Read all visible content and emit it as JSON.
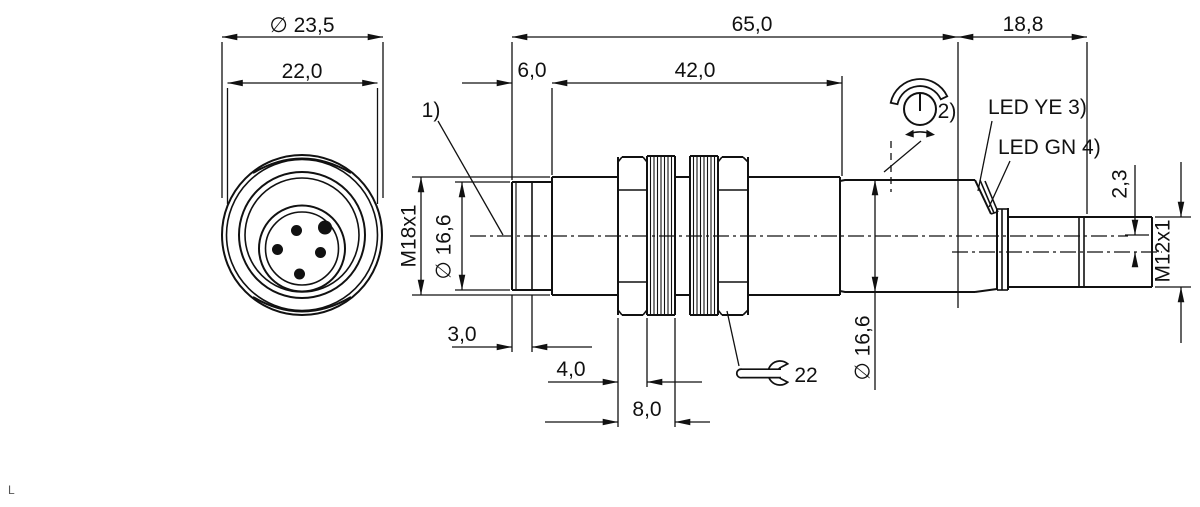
{
  "drawing": {
    "background": "#ffffff",
    "line_color": "#111111",
    "dims": {
      "dia_head": "∅ 23,5",
      "width_front": "22,0",
      "len_total": "65,0",
      "len_connector": "18,8",
      "len_front": "6,0",
      "len_thread": "42,0",
      "thread_main": "M18x1",
      "dia_front": "∅ 16,6",
      "dim_3": "3,0",
      "dim_4": "4,0",
      "dim_8": "8,0",
      "dia_rear": "∅ 16,6",
      "dim_led": "2,3",
      "thread_connector": "M12x1",
      "wrench_size": "22"
    },
    "callouts": {
      "note_1": "1)",
      "note_2": "2)",
      "led_yellow": "LED YE 3)",
      "led_green": "LED GN 4)"
    },
    "icons": {
      "wrench": "open-end-wrench",
      "adjustment": "rotary-adjustment-arc",
      "knob": "potentiometer-knob"
    },
    "watermark": "L"
  }
}
